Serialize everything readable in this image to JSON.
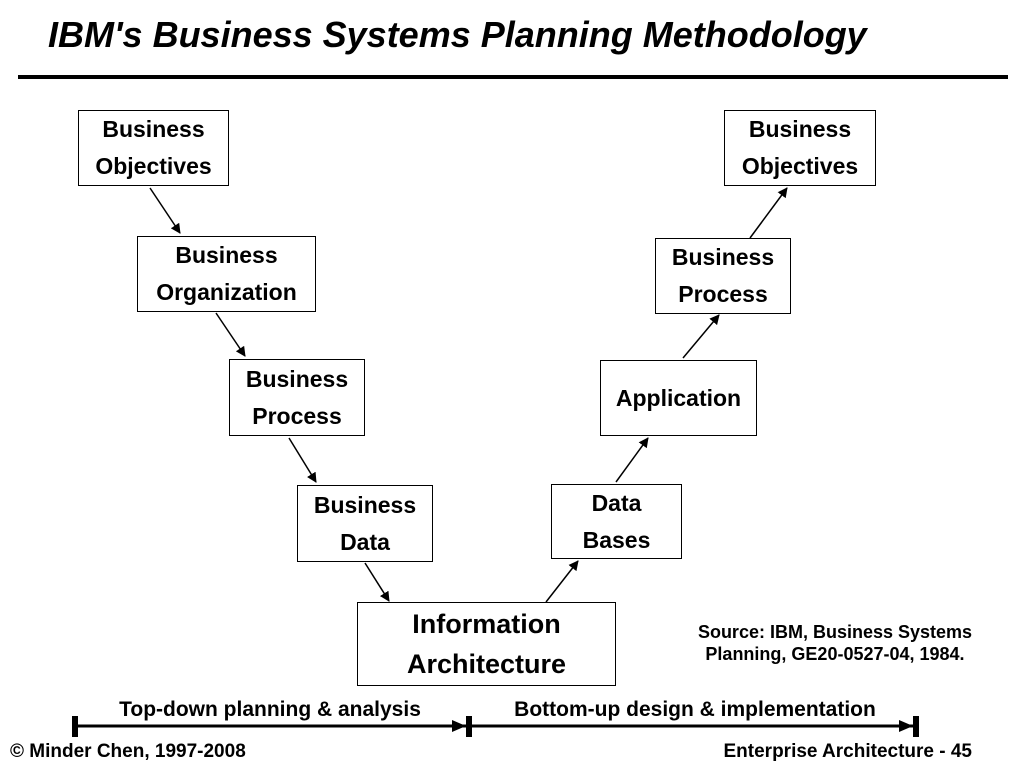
{
  "title": "IBM's  Business Systems Planning Methodology",
  "boxes": {
    "b1": {
      "line1": "Business",
      "line2": "Objectives"
    },
    "b2": {
      "line1": "Business",
      "line2": "Organization"
    },
    "b3": {
      "line1": "Business",
      "line2": "Process"
    },
    "b4": {
      "line1": "Business",
      "line2": "Data"
    },
    "center": {
      "line1": "Information",
      "line2": "Architecture"
    },
    "u1": {
      "line1": "Data",
      "line2": "Bases"
    },
    "u2": {
      "line1": "Application"
    },
    "u3": {
      "line1": "Business",
      "line2": "Process"
    },
    "u4": {
      "line1": "Business",
      "line2": "Objectives"
    }
  },
  "source": {
    "line1": "Source: IBM, Business Systems",
    "line2": "Planning, GE20-0527-04, 1984."
  },
  "timeline": {
    "left_label": "Top-down planning & analysis",
    "right_label": "Bottom-up design & implementation"
  },
  "footer": {
    "left": "© Minder Chen, 1997-2008",
    "right": "Enterprise Architecture - 45"
  }
}
